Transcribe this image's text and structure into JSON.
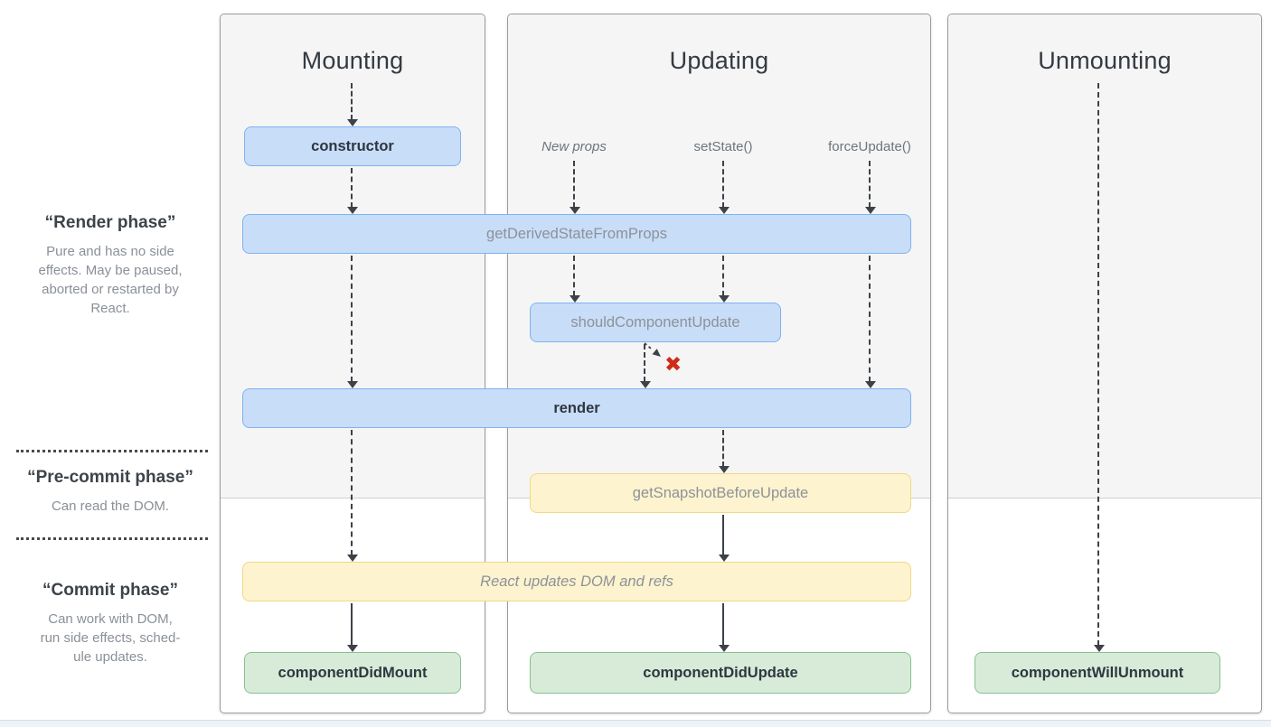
{
  "sidebar": {
    "render_phase": {
      "heading": "“Render phase”",
      "description": "Pure and has no side\neffects. May be paused,\naborted or restarted by\nReact."
    },
    "pre_commit_phase": {
      "heading": "“Pre-commit phase”",
      "description": "Can read the DOM."
    },
    "commit_phase": {
      "heading": "“Commit phase”",
      "description": "Can work with DOM,\nrun side effects, sched-\nule updates."
    }
  },
  "columns": {
    "mounting": {
      "title": "Mounting"
    },
    "updating": {
      "title": "Updating",
      "triggers": {
        "new_props": "New props",
        "set_state": "setState()",
        "force_update": "forceUpdate()"
      }
    },
    "unmounting": {
      "title": "Unmounting"
    }
  },
  "nodes": {
    "constructor": "constructor",
    "get_derived_state_from_props": "getDerivedStateFromProps",
    "should_component_update": "shouldComponentUpdate",
    "render": "render",
    "get_snapshot_before_update": "getSnapshotBeforeUpdate",
    "react_updates_dom": "React updates DOM and refs",
    "component_did_mount": "componentDidMount",
    "component_did_update": "componentDidUpdate",
    "component_will_unmount": "componentWillUnmount"
  },
  "icons": {
    "no_render_cross": "✖"
  },
  "colors": {
    "lifecycle_method_fill": "#c8ddf8",
    "lifecycle_method_border": "#7fb2f0",
    "side_effect_fill": "#fdf3cf",
    "side_effect_border": "#f1d983",
    "commit_method_fill": "#d8ebd8",
    "commit_method_border": "#86c28b",
    "render_phase_background": "#f5f5f5",
    "column_border": "#9b9b9b",
    "cross_red": "#d02b16",
    "arrow": "#3c4247"
  }
}
